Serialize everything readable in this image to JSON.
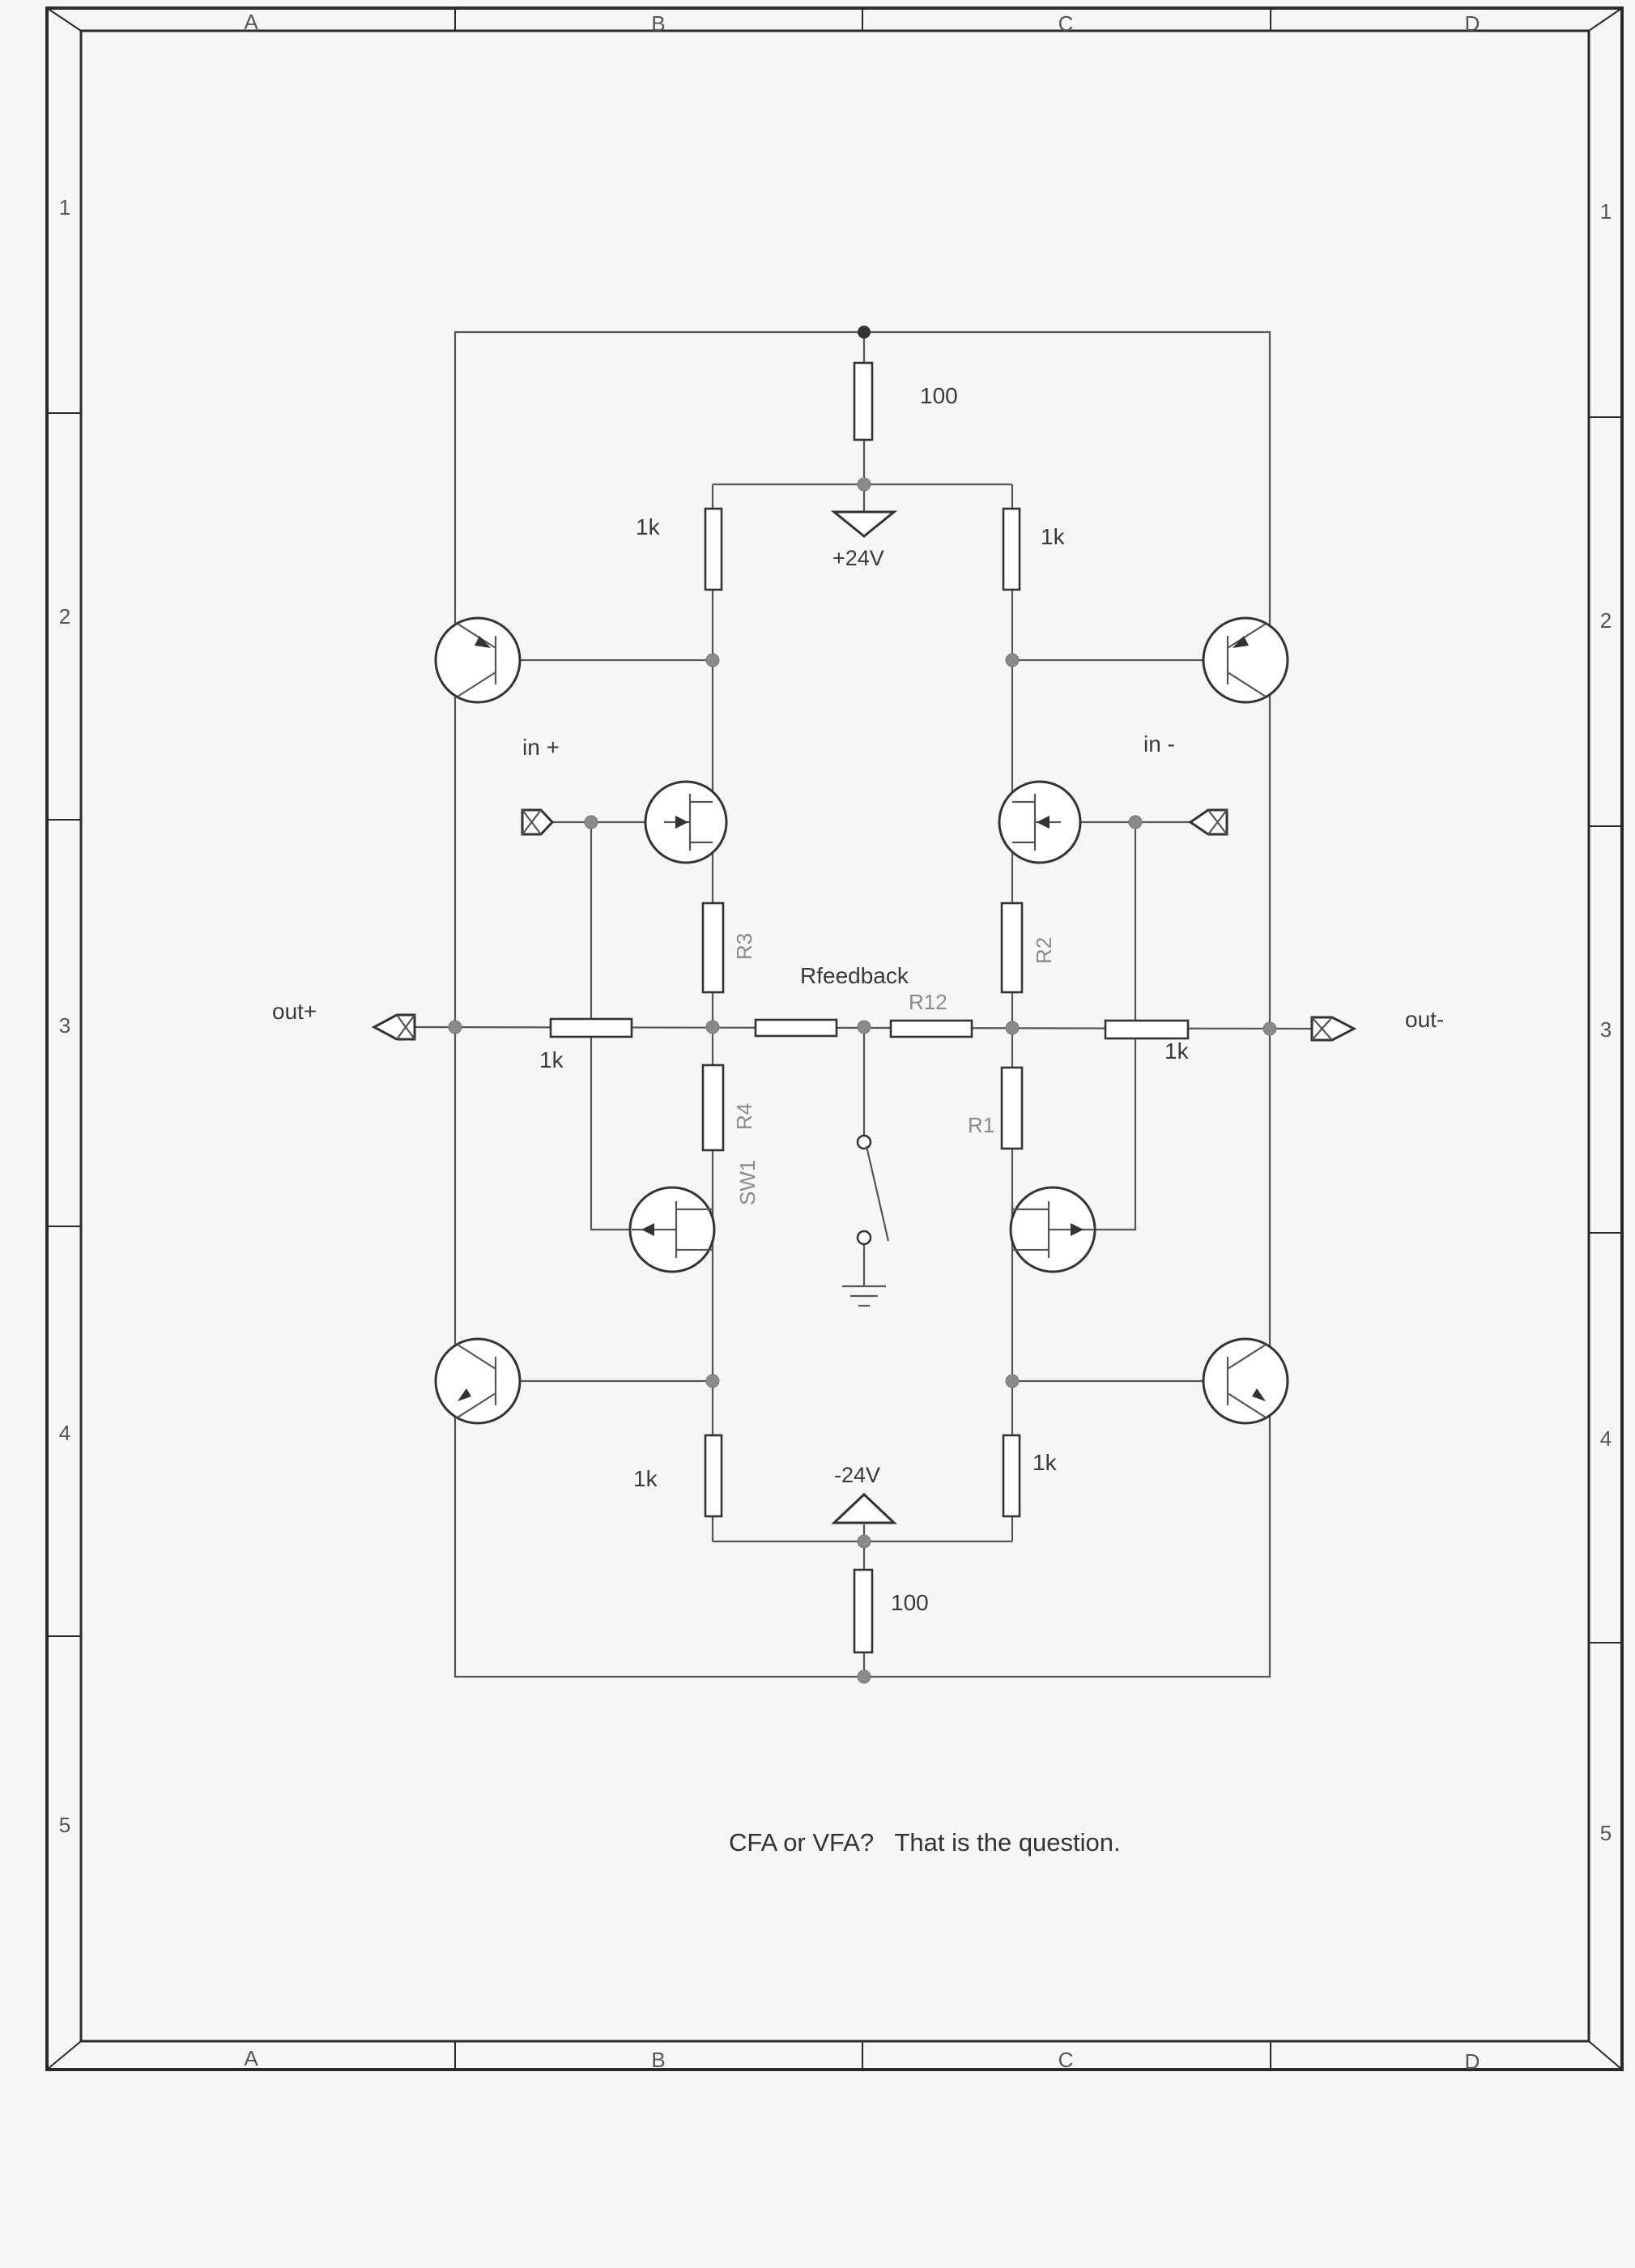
{
  "frame": {
    "columns": [
      "A",
      "B",
      "C",
      "D"
    ],
    "rows": [
      "1",
      "2",
      "3",
      "4",
      "5"
    ]
  },
  "labels": {
    "r_top": "100",
    "r_bottom": "100",
    "r_top_left": "1k",
    "r_top_right": "1k",
    "r_bottom_left": "1k",
    "r_bottom_right": "1k",
    "r_out_left": "1k",
    "r_out_right": "1k",
    "vpos": "+24V",
    "vneg": "-24V",
    "in_plus": "in +",
    "in_minus": "in -",
    "out_plus": "out+",
    "out_minus": "out-",
    "rfeedback": "Rfeedback",
    "r12": "R12",
    "r3": "R3",
    "r4": "R4",
    "r2": "R2",
    "r1": "R1",
    "sw1": "SW1"
  },
  "caption": "CFA or VFA?   That is the question."
}
